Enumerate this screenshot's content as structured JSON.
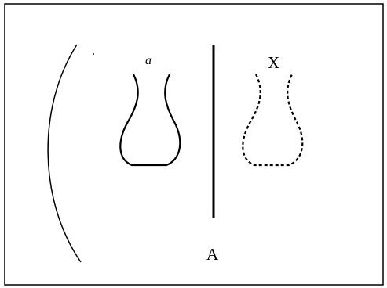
{
  "labels": {
    "object": "a",
    "image": "X",
    "mirror": "A"
  },
  "colors": {
    "stroke": "#000000",
    "background": "#ffffff"
  }
}
